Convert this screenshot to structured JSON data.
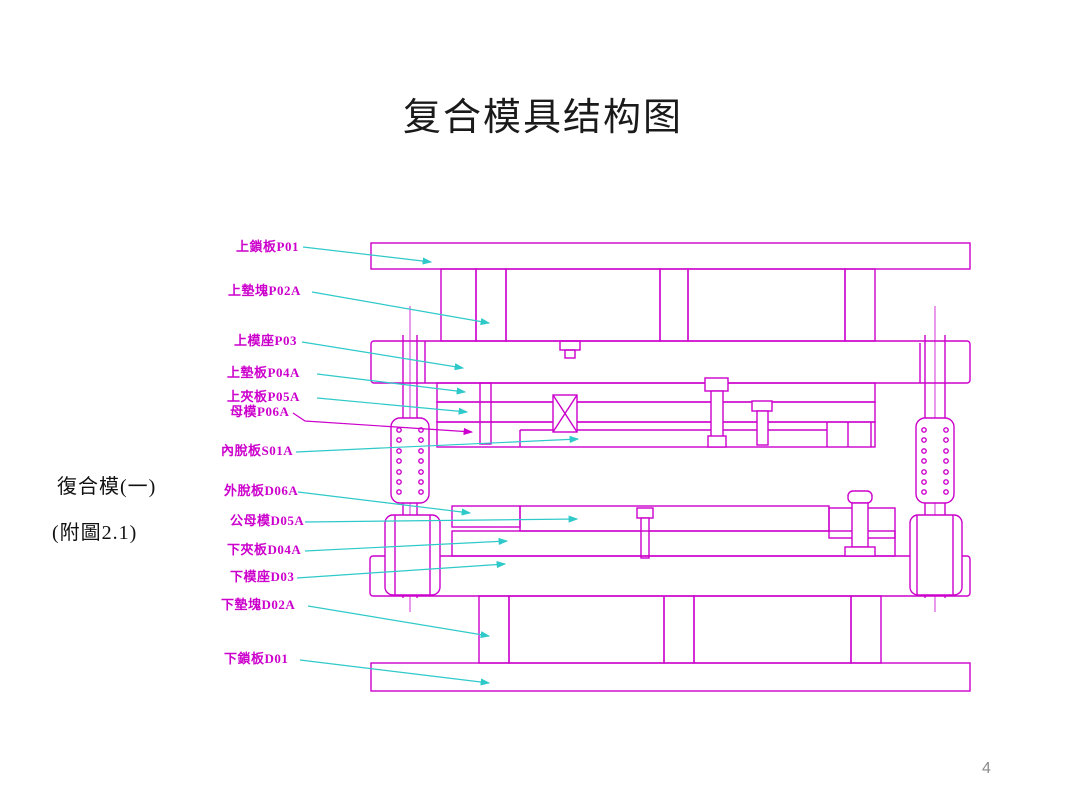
{
  "slide": {
    "title": "复合模具结构图",
    "page_number": "4",
    "side_note": {
      "line1": "復合模(一)",
      "line2": "(附圖2.1)"
    }
  },
  "diagram": {
    "type": "mold cross-section engineering drawing",
    "labels": [
      {
        "id": "P01",
        "text": "上鎖板P01"
      },
      {
        "id": "P02A",
        "text": "上墊塊P02A"
      },
      {
        "id": "P03",
        "text": "上模座P03"
      },
      {
        "id": "P04A",
        "text": "上墊板P04A"
      },
      {
        "id": "P05A",
        "text": "上夾板P05A"
      },
      {
        "id": "P06A",
        "text": "母模P06A"
      },
      {
        "id": "S01A",
        "text": "內脫板S01A"
      },
      {
        "id": "D06A",
        "text": "外脫板D06A"
      },
      {
        "id": "D05A",
        "text": "公母模D05A"
      },
      {
        "id": "D04A",
        "text": "下夾板D04A"
      },
      {
        "id": "D03",
        "text": "下模座D03"
      },
      {
        "id": "D02A",
        "text": "下墊塊D02A"
      },
      {
        "id": "D01",
        "text": "下鎖板D01"
      }
    ]
  },
  "colors": {
    "drawing_line": "#cc00cc",
    "leader_line": "#2fc9c9",
    "label_text": "#cc00cc",
    "title_text": "#1a1a1a",
    "page_number": "#8a8a8a"
  }
}
